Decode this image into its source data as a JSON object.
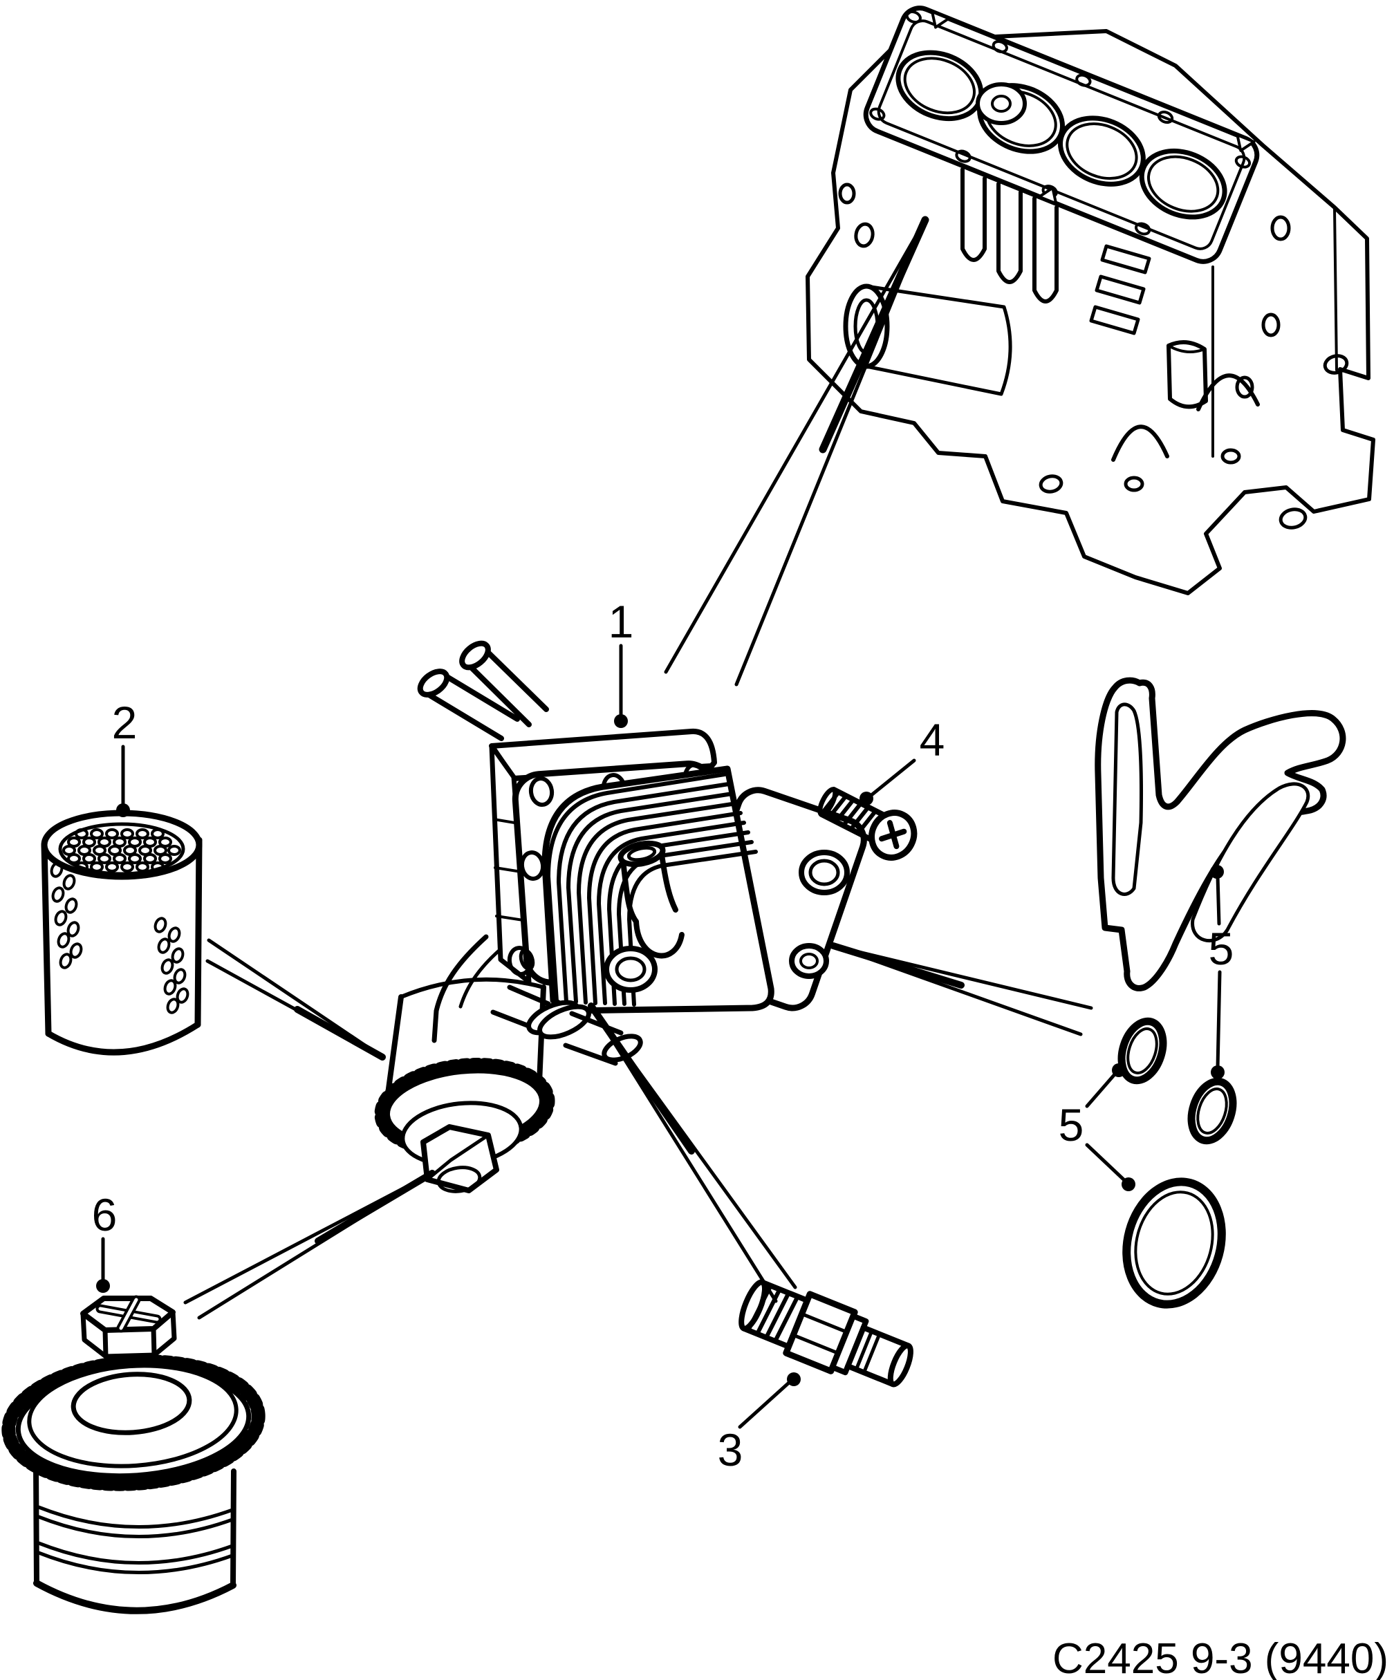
{
  "figure": {
    "caption": "C2425 9-3 (9440)",
    "background_color": "#ffffff",
    "line_color": "#000000",
    "callouts": [
      {
        "label": "1"
      },
      {
        "label": "2"
      },
      {
        "label": "3"
      },
      {
        "label": "4"
      },
      {
        "label": "5"
      },
      {
        "label": "5"
      },
      {
        "label": "6"
      }
    ]
  }
}
